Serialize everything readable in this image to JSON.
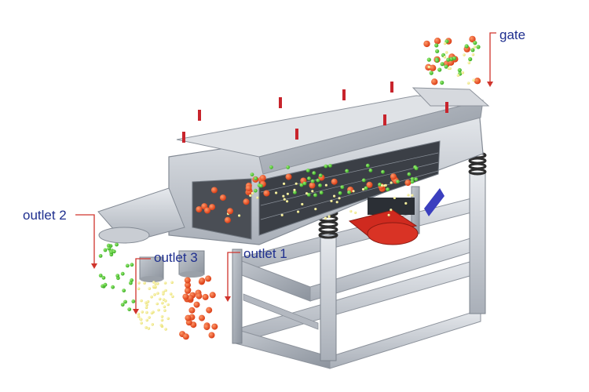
{
  "labels": {
    "gate": "gate",
    "outlet_1": "outlet 1",
    "outlet_2": "outlet 2",
    "outlet_3": "outlet 3"
  },
  "colors": {
    "label_text": "#1f2f8f",
    "leader_line": "#d0342c",
    "large_particle": "#e2401b",
    "medium_particle": "#47c02a",
    "fine_particle": "#f2ec86",
    "machine_steel": "#b9bec6",
    "motor_red": "#cf2a1f"
  }
}
